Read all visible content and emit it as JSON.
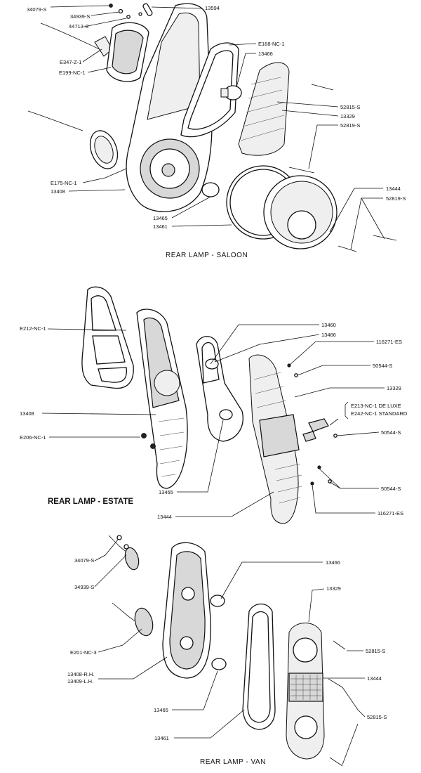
{
  "saloon": {
    "caption": "REAR LAMP - SALOON",
    "labels": {
      "p34079S": "34079-S",
      "p34939S": "34939-S",
      "p44713S": "44713-S",
      "p13594": "13594",
      "pE347Z1": "E347-Z-1",
      "pE199NC1": "E199-NC-1",
      "pE168NC1": "E168-NC-1",
      "p13466": "13466",
      "p52815S": "52815-S",
      "p13329": "13329",
      "p52819S": "52819-S",
      "pE175NC1": "E175-NC-1",
      "p13408": "13408",
      "p13444": "13444",
      "p52819S_b": "52819-S",
      "p13465": "13465",
      "p13461": "13461"
    }
  },
  "estate": {
    "caption": "REAR LAMP - ESTATE",
    "labels": {
      "p13460": "13460",
      "p13466": "13466",
      "pE212NC1": "E212-NC-1",
      "p116271ES": "116271-ES",
      "p50544S": "50544-S",
      "p13329": "13329",
      "pE213": "E213-NC-1 DE LUXE",
      "pE242": "E242-NC-1 STANDARD",
      "p13408": "13408",
      "p50544S_b": "50544-S",
      "pE206NC1": "E206-NC-1",
      "p50544S_c": "50544-S",
      "p13465": "13465",
      "p116271ES_b": "116271-ES",
      "p13444": "13444"
    }
  },
  "van": {
    "caption": "REAR LAMP - VAN",
    "labels": {
      "p34079S": "34079-S",
      "p13466": "13466",
      "p34939S": "34939-S",
      "p13329": "13329",
      "pE201NC3": "E201-NC-3",
      "p52815S": "52815-S",
      "p13408RH": "13408-R.H.",
      "p13409LH": "13409-L.H.",
      "p13444": "13444",
      "p13465": "13465",
      "p52815S_b": "52815-S",
      "p13461": "13461"
    }
  }
}
